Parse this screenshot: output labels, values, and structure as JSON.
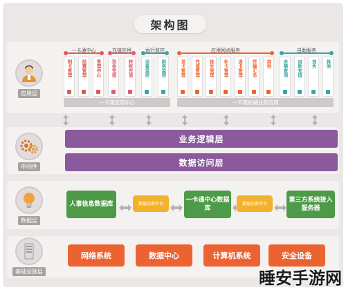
{
  "title": "架构图",
  "watermark": "睡安手游网",
  "colors": {
    "orange": "#ec6332",
    "red": "#e05a52",
    "pink": "#e35b6c",
    "teal": "#3aa6a3",
    "purple": "#8a5a9c",
    "green": "#4d9a48",
    "yellow": "#f3b22c",
    "arrow": "#b8b0b0"
  },
  "layers": {
    "application": {
      "label": "应用层",
      "groups": [
        {
          "title": "一卡通中心",
          "color": "#e05a52",
          "items": [
            "制卡管理",
            "结算管理",
            "管理中心"
          ]
        },
        {
          "title": "充值应用",
          "color": "#e35b6c",
          "items": [
            "现金充值",
            "转账充值"
          ]
        },
        {
          "title": "运行监控",
          "color": "#3aa6a3",
          "items": [
            "设备监控",
            "财务监控"
          ]
        },
        {
          "title": "应用网点服务",
          "color": "#ec6332",
          "items": [
            "发卡管理",
            "充值管理",
            "挂失管理",
            "补卡管理",
            "退卡管理",
            "终端汇总",
            "其他"
          ]
        },
        {
          "title": "自助服务",
          "color": "#3aa6a3",
          "items": [
            "余额查询",
            "自助充值",
            "挂失",
            "其他"
          ]
        }
      ],
      "bars": [
        "一卡通应用中心",
        "一卡通前端业务应用"
      ]
    },
    "middleware": {
      "label": "中间件",
      "bars": [
        "业务逻辑层",
        "数据访问层"
      ]
    },
    "data": {
      "label": "数据层",
      "boxes": [
        "人事信息数据库",
        "一卡通中心数据库",
        "第三方系统接入服务器"
      ],
      "connectors": [
        "数据交换平台",
        "数据交换平台"
      ]
    },
    "infrastructure": {
      "label": "基础设施层",
      "boxes": [
        "网络系统",
        "数据中心",
        "计算机系统",
        "安全设备"
      ]
    }
  }
}
